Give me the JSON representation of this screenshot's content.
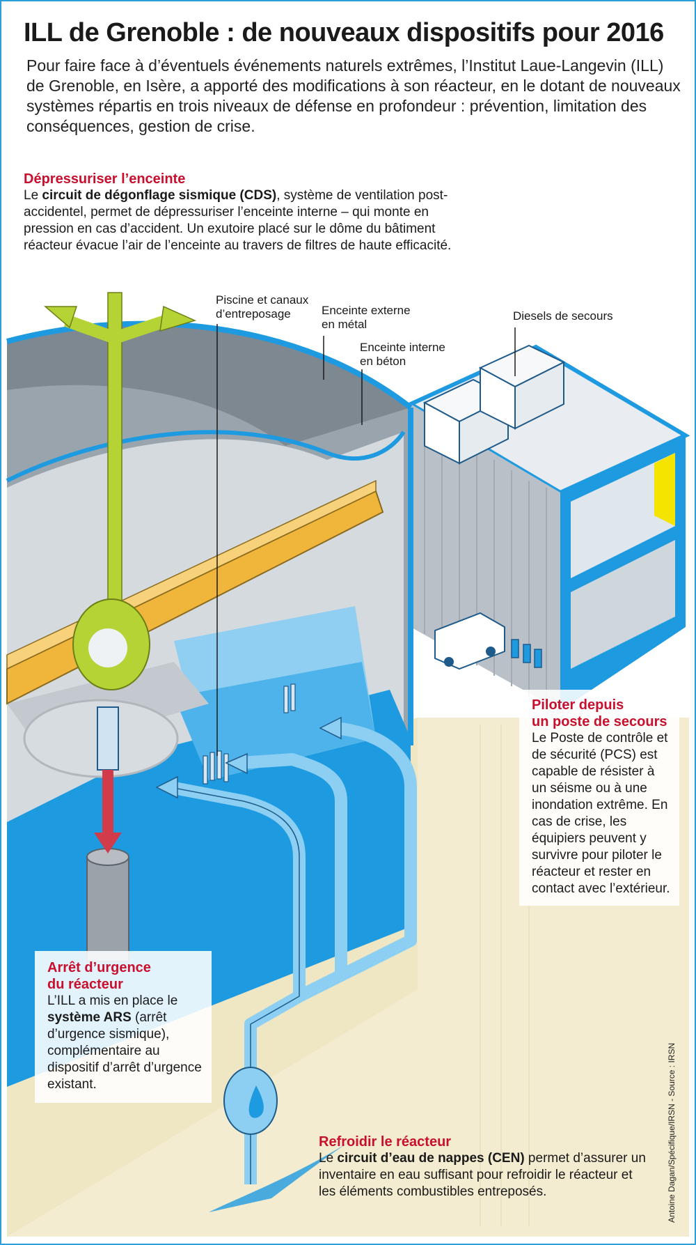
{
  "title": "ILL de Grenoble : de nouveaux dispositifs pour 2016",
  "intro": "Pour faire face à d’éventuels événements naturels extrêmes, l’Institut Laue-Langevin (ILL) de Grenoble, en Isère, a apporté des modifications à son réacteur, en le dotant de nouveaux systèmes répartis en trois niveaux de défense en profondeur : prévention, limitation des conséquences, gestion de crise.",
  "sections": {
    "depress": {
      "heading": "Dépressuriser l’enceinte",
      "pre": "Le ",
      "bold": "circuit de dégonflage sismique (CDS)",
      "post": ", système de ventilation post-accidentel, permet de dépressuriser l’enceinte interne – qui monte en pression en cas d’accident. Un exutoire placé sur le dôme du bâtiment réacteur évacue l’air de l’enceinte au travers de filtres de haute efficacité."
    },
    "pcs": {
      "heading_line1": "Piloter depuis",
      "heading_line2": "un poste de secours",
      "text": "Le Poste de contrôle et de sécurité (PCS) est capable de résister à un séisme ou à une inondation extrême. En cas de crise, les équipiers peuvent y survivre pour piloter le réacteur et rester en contact avec l’extérieur."
    },
    "ars": {
      "heading_line1": "Arrêt d’urgence",
      "heading_line2": "du réacteur",
      "pre": "L’ILL a mis en place le ",
      "bold": "système ARS",
      "post": " (arrêt d’urgence sismique), complémentaire au dispositif d’arrêt d’urgence existant."
    },
    "cen": {
      "heading": "Refroidir le réacteur",
      "pre": "Le ",
      "bold": "circuit d’eau de nappes (CEN)",
      "post": " permet d’assurer un inventaire en eau suffisant pour refroidir le réacteur et les éléments combustibles entreposés."
    }
  },
  "labels": {
    "piscine_1": "Piscine et canaux",
    "piscine_2": "d’entreposage",
    "externe_1": "Enceinte externe",
    "externe_2": "en métal",
    "interne_1": "Enceinte interne",
    "interne_2": "en béton",
    "diesels": "Diesels de secours"
  },
  "credit": "Antoine Dagan/Spécifique/IRSN - Source : IRSN",
  "colors": {
    "heading_red": "#c8102e",
    "water_blue": "#1e9be0",
    "light_blue": "#8ccff2",
    "lime_arrow": "#b5d334",
    "crane_orange": "#f0b63c",
    "ground_beige": "#f3ecd0",
    "concrete_grey": "#c9ccd0"
  }
}
